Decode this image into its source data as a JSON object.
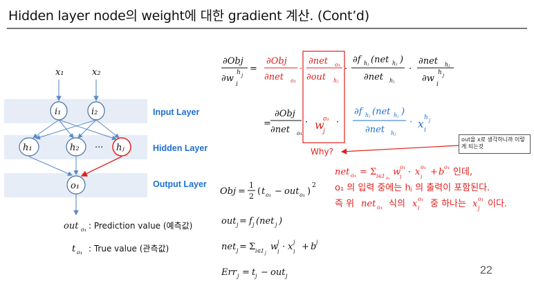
{
  "title": "Hidden layer node의 weight에 대한 gradient 계산. (Cont’d)",
  "labels": {
    "input_layer": "Input Layer",
    "hidden_layer": "Hidden Layer",
    "output_layer": "Output Layer"
  },
  "nodes": {
    "x1": "x₁",
    "x2": "x₂",
    "i1": "i₁",
    "i2": "i₂",
    "h1": "h₁",
    "h2": "h₂",
    "ellipsis": "···",
    "hj": "hⱼ",
    "o1": "o₁"
  },
  "legend": {
    "out_symbol": "out",
    "out_sub": "o₁",
    "out_text": " : Prediction value (예측값)",
    "t_symbol": "t",
    "t_sub": "o₁",
    "t_text": " : True value (관측값)"
  },
  "why_label": "Why?",
  "note": "out을 x로 생각하니까 이렇게 되는것",
  "red_text": {
    "line1_suffix": "인데,",
    "line2": "o₁ 의 입력 중에는 hⱼ 의 출력이 포함된다.",
    "line3_prefix": "즉 위",
    "line3_mid": "식의",
    "line3_mid2": "중 하나는",
    "line3_suffix": "이다."
  },
  "page_number": "22",
  "colors": {
    "red": "#e0201c",
    "blue": "#1f6fd0",
    "band": "#e7edf7",
    "node_stroke": "#4a6fa0",
    "hj_stroke": "#e0201c",
    "edge": "#5b8ac8"
  }
}
